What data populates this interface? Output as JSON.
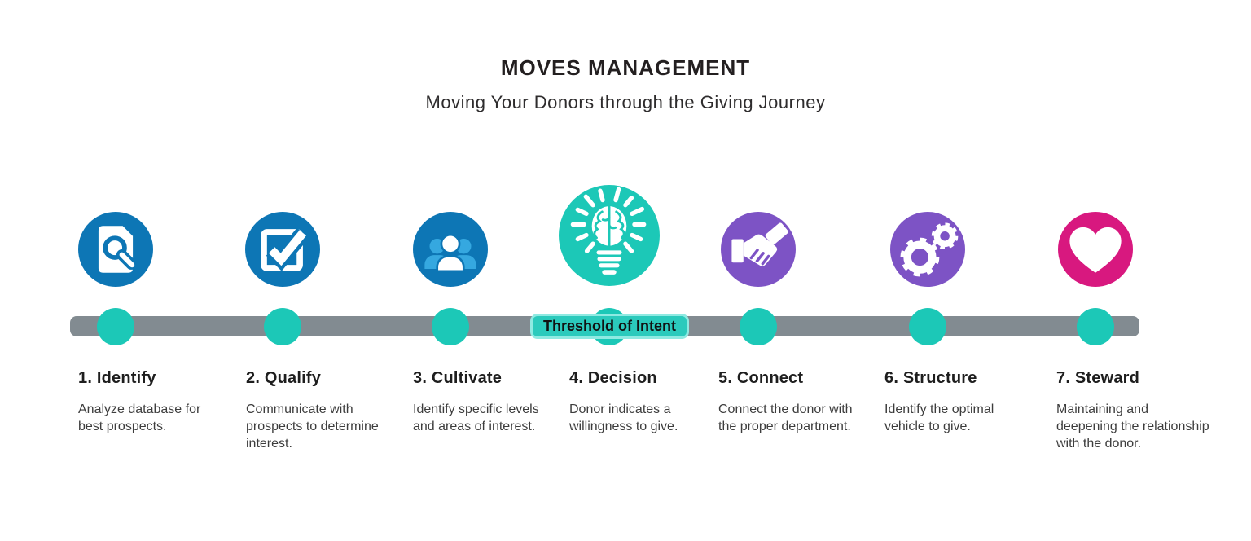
{
  "header": {
    "title": "MOVES MANAGEMENT",
    "subtitle": "Moving Your Donors through the Giving Journey"
  },
  "timeline": {
    "threshold_label": "Threshold of Intent"
  },
  "colors": {
    "blue": "#0d76b5",
    "teal": "#1cc8b7",
    "purple": "#7d53c5",
    "pink": "#d8187f",
    "track_gray": "#828b91",
    "badge_fill": "#2bcabc",
    "badge_border": "#8feae2"
  },
  "steps": [
    {
      "title": "1. Identify",
      "description": "Analyze database for best prospects.",
      "icon": "document-search-icon",
      "circle_color": "#0d76b5"
    },
    {
      "title": "2. Qualify",
      "description": "Communicate with prospects to determine interest.",
      "icon": "checkbox-icon",
      "circle_color": "#0d76b5"
    },
    {
      "title": "3. Cultivate",
      "description": "Identify specific levels and areas of interest.",
      "icon": "people-group-icon",
      "circle_color": "#0d76b5"
    },
    {
      "title": "4. Decision",
      "description": "Donor indicates a willingness to give.",
      "icon": "brain-lightbulb-icon",
      "circle_color": "#1cc8b7"
    },
    {
      "title": "5. Connect",
      "description": "Connect the donor with the proper department.",
      "icon": "handshake-icon",
      "circle_color": "#7d53c5"
    },
    {
      "title": "6. Structure",
      "description": "Identify the optimal vehicle to give.",
      "icon": "gears-icon",
      "circle_color": "#7d53c5"
    },
    {
      "title": "7. Steward",
      "description": "Maintaining and deepening the relationship with the donor.",
      "icon": "heart-icon",
      "circle_color": "#d8187f"
    }
  ]
}
